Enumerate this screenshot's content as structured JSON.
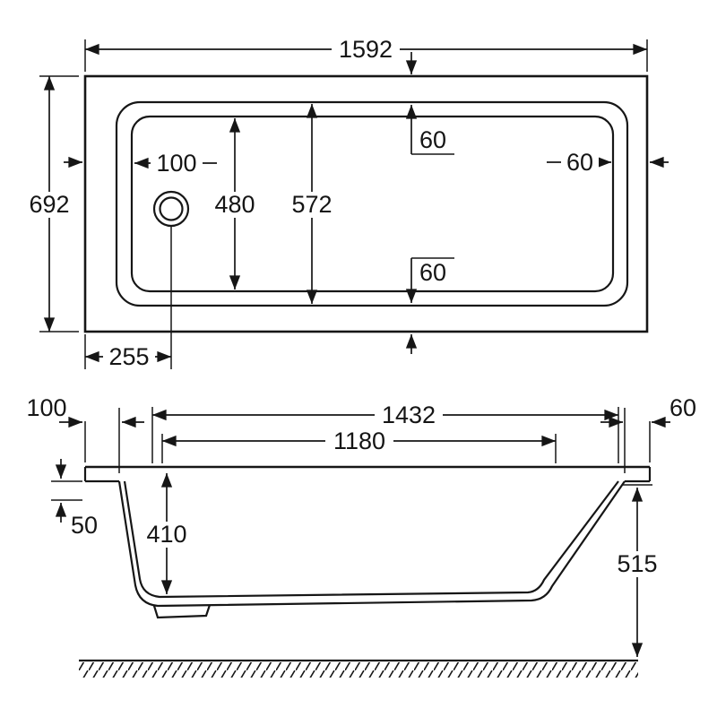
{
  "drawing": {
    "name": "bathtub-dimension-drawing",
    "line_color": "#161616",
    "background": "#ffffff"
  },
  "top_view": {
    "length": "1592",
    "width": "692",
    "drain_offset_inner": "100",
    "basin_inner_width": "480",
    "basin_rim_width": "572",
    "gap_top": "60",
    "gap_right": "60",
    "gap_bottom": "60",
    "drain_offset_left": "255"
  },
  "side_view": {
    "rim_length": "1432",
    "bottom_length": "1180",
    "overhang_left": "100",
    "overhang_right": "60",
    "apron_drop": "50",
    "inner_depth": "410",
    "overall_height": "515"
  }
}
